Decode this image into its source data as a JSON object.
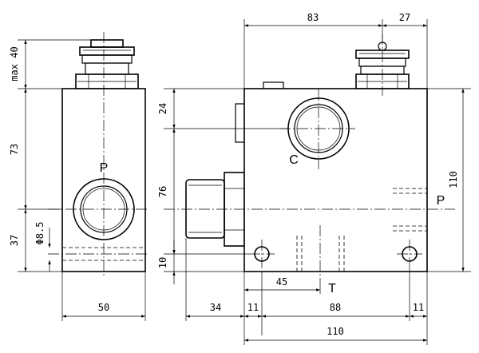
{
  "ports": {
    "p_left": "P",
    "p_right": "P",
    "c": "C",
    "t": "T"
  },
  "dimensions": {
    "max_height": "max 40",
    "dim_73": "73",
    "dim_37": "37",
    "hole_dia": "Φ8.5",
    "dim_50": "50",
    "dim_83": "83",
    "dim_27": "27",
    "dim_24": "24",
    "dim_76": "76",
    "dim_10": "10",
    "dim_110_height": "110",
    "dim_45": "45",
    "dim_34": "34",
    "dim_11_left": "11",
    "dim_88": "88",
    "dim_11_right": "11",
    "dim_110_width": "110"
  }
}
